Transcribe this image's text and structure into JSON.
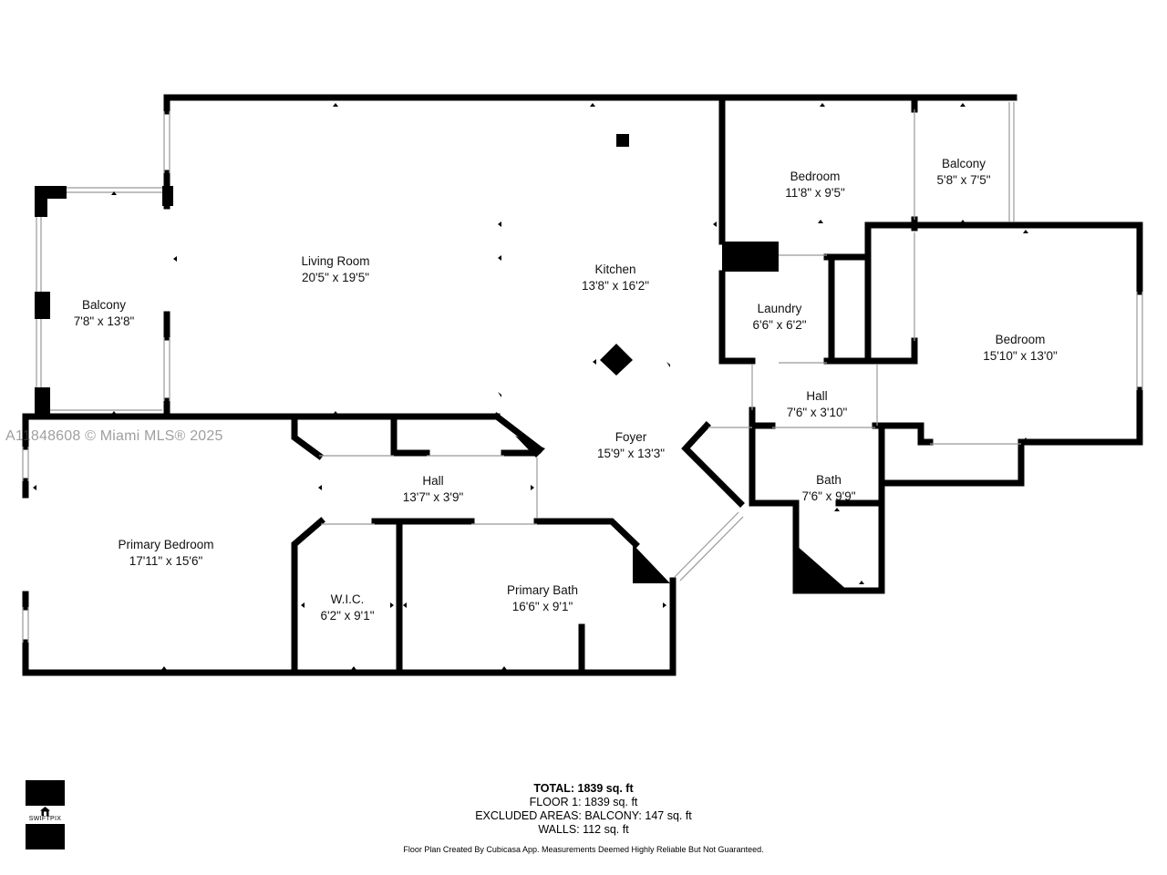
{
  "watermark": "A11848608 © Miami MLS® 2025",
  "rooms": [
    {
      "id": "balcony-left",
      "name": "Balcony",
      "dims": "7'8\" x 13'8\""
    },
    {
      "id": "living-room",
      "name": "Living Room",
      "dims": "20'5\" x 19'5\""
    },
    {
      "id": "kitchen",
      "name": "Kitchen",
      "dims": "13'8\" x 16'2\""
    },
    {
      "id": "bedroom-top",
      "name": "Bedroom",
      "dims": "11'8\" x 9'5\""
    },
    {
      "id": "balcony-right",
      "name": "Balcony",
      "dims": "5'8\" x 7'5\""
    },
    {
      "id": "laundry",
      "name": "Laundry",
      "dims": "6'6\" x 6'2\""
    },
    {
      "id": "bedroom-right",
      "name": "Bedroom",
      "dims": "15'10\" x 13'0\""
    },
    {
      "id": "hall-right",
      "name": "Hall",
      "dims": "7'6\" x 3'10\""
    },
    {
      "id": "foyer",
      "name": "Foyer",
      "dims": "15'9\" x 13'3\""
    },
    {
      "id": "hall-left",
      "name": "Hall",
      "dims": "13'7\" x 3'9\""
    },
    {
      "id": "bath",
      "name": "Bath",
      "dims": "7'6\" x 9'9\""
    },
    {
      "id": "primary-bedroom",
      "name": "Primary Bedroom",
      "dims": "17'11\" x 15'6\""
    },
    {
      "id": "wic",
      "name": "W.I.C.",
      "dims": "6'2\" x 9'1\""
    },
    {
      "id": "primary-bath",
      "name": "Primary Bath",
      "dims": "16'6\" x 9'1\""
    }
  ],
  "summary": {
    "total": "TOTAL: 1839 sq. ft",
    "floor": "FLOOR 1: 1839 sq. ft",
    "excluded": "EXCLUDED AREAS: BALCONY: 147 sq. ft",
    "walls": "WALLS: 112 sq. ft"
  },
  "disclaimer": "Floor Plan Created By Cubicasa App. Measurements Deemed Highly Reliable But Not Guaranteed.",
  "logo": {
    "brand": "SWIFTPIX",
    "icon": "house-icon"
  },
  "colors": {
    "wall": "#000000",
    "window": "#9a9a9a",
    "background": "#ffffff"
  }
}
